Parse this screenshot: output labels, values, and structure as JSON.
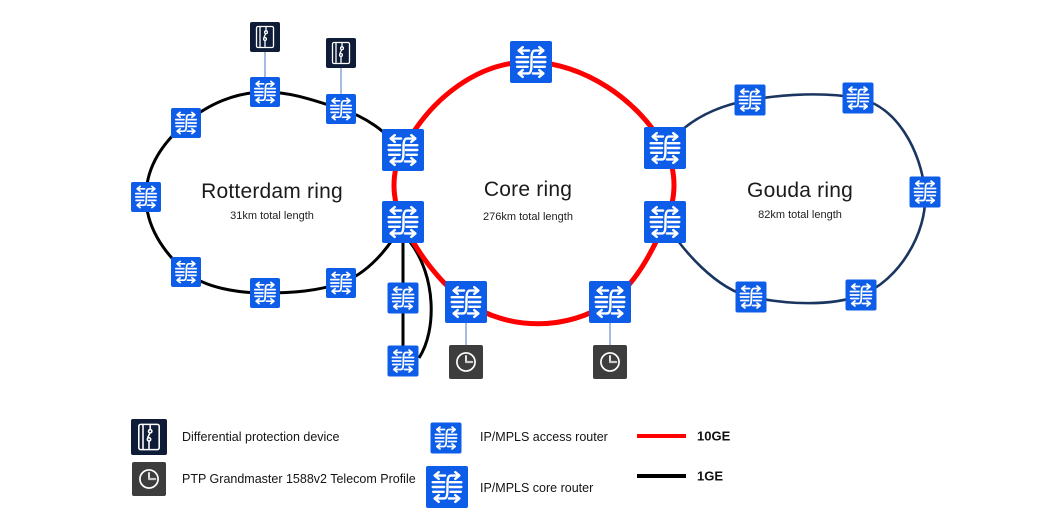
{
  "rings": [
    {
      "name": "Rotterdam ring",
      "total_length": "31km total length",
      "link_type": "1GE",
      "ring_color": "#000000",
      "access_router_count": 7
    },
    {
      "name": "Core ring",
      "total_length": "276km total length",
      "link_type": "10GE",
      "ring_color": "#fe0000",
      "core_router_count": 7
    },
    {
      "name": "Gouda ring",
      "total_length": "82km total length",
      "link_type": "1GE",
      "ring_color": "#1a3560",
      "access_router_count": 5
    }
  ],
  "legend": {
    "differential_protection": "Differential protection device",
    "ptp_grandmaster": "PTP Grandmaster 1588v2 Telecom Profile",
    "access_router": "IP/MPLS access router",
    "core_router": "IP/MPLS core router",
    "line_10ge": "10GE",
    "line_1ge": "1GE"
  },
  "devices": {
    "differential_protection_count": 2,
    "ptp_grandmaster_count": 2
  },
  "colors": {
    "router_blue": "#0d5de8",
    "protection_navy": "#0e1c38",
    "clock_gray": "#3d3d3d",
    "link_10ge_red": "#fe0000",
    "link_1ge_black": "#000000",
    "gouda_ring_navy": "#1a3560",
    "device_attachment_blue": "#8faadc"
  }
}
